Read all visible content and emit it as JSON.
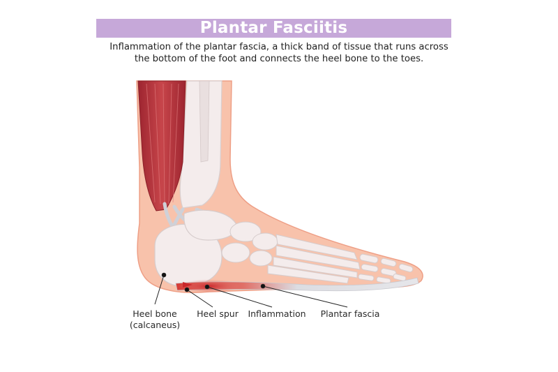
{
  "title": "Plantar Fasciitis",
  "subtitle": {
    "line1": "Inflammation of the plantar fascia, a thick band of tissue that runs across",
    "line2": "the bottom of the foot and connects the heel bone to the toes."
  },
  "labels": {
    "heel_bone_line1": "Heel bone",
    "heel_bone_line2": "(calcaneus)",
    "heel_spur": "Heel spur",
    "inflammation": "Inflammation",
    "plantar_fascia": "Plantar fascia"
  },
  "colors": {
    "title_bg": "#c6a8d9",
    "skin": "#f8c2ab",
    "skin_edge": "#ee9f86",
    "muscle": "#b8353c",
    "bone": "#f4ecec",
    "tendon": "#d9d9de",
    "inflammation": "#d63b36"
  }
}
